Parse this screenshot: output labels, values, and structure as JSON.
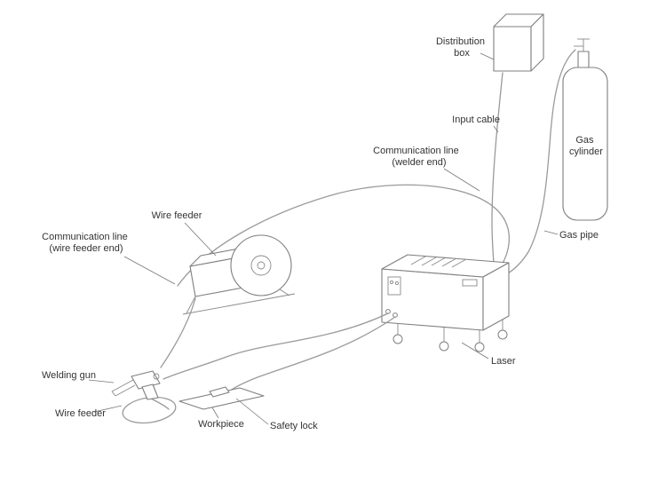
{
  "figure": {
    "background_color": "#ffffff",
    "line_color": "#8a8a8a",
    "text_color": "#333333"
  },
  "labels": {
    "distribution_box": [
      "Distribution",
      "box"
    ],
    "input_cable": "Input cable",
    "communication_line_welder": [
      "Communication line",
      "(welder end)"
    ],
    "gas_cylinder": [
      "Gas",
      "cylinder"
    ],
    "gas_pipe": "Gas pipe",
    "wire_feeder_top": "Wire feeder",
    "communication_line_wire_feeder": [
      "Communication line",
      "(wire feeder end)"
    ],
    "laser": "Laser",
    "welding_gun": "Welding gun",
    "wire_feeder_bottom": "Wire feeder",
    "workpiece": "Workpiece",
    "safety_lock": "Safety lock"
  }
}
